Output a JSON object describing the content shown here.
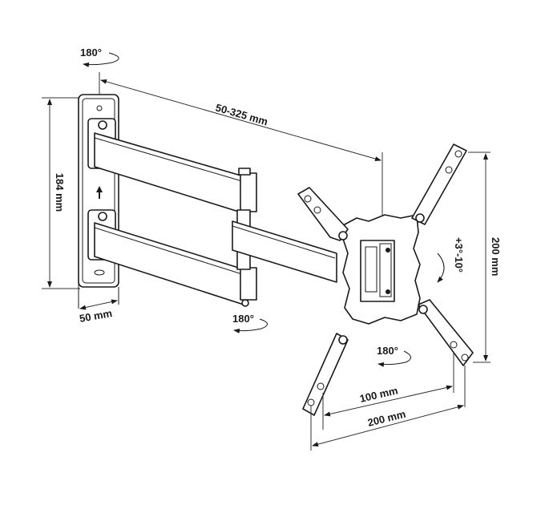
{
  "diagram": {
    "subject": "Full-motion TV wall mount bracket",
    "colors": {
      "line": "#1a1a1a",
      "background": "#ffffff"
    },
    "labels": {
      "wall_rotation": "180°",
      "arm_extension": "50-325 mm",
      "wall_plate_height": "184 mm",
      "wall_plate_depth": "50 mm",
      "arm_joint_rotation": "180°",
      "tilt_range": "+3°-10°",
      "vesa_height": "200 mm",
      "plate_rotation": "180°",
      "vesa_min_width": "100 mm",
      "vesa_max_width": "200 mm"
    },
    "parts": [
      "wall-plate",
      "upper-arm",
      "lower-arm",
      "front-arm",
      "tilt-head",
      "vesa-adapter-arms"
    ]
  }
}
